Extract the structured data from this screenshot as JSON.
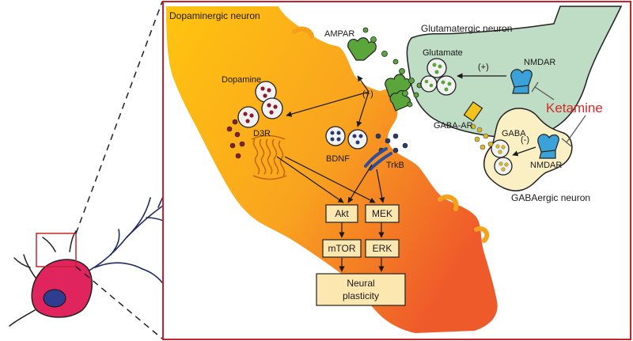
{
  "labels": {
    "dopaminergic_neuron": "Dopaminergic neuron",
    "glutamatergic_neuron": "Glutamatergic neuron",
    "gabaergic_neuron": "GABAergic neuron",
    "ampar": "AMPAR",
    "dopamine": "Dopamine",
    "d3r": "D3R",
    "bdnf": "BDNF",
    "trkb": "TrkB",
    "glutamate": "Glutamate",
    "nmdar_glut": "NMDAR",
    "nmdar_gaba": "NMDAR",
    "gaba": "GABA",
    "gaba_ar": "GABA-AR",
    "ketamine": "Ketamine",
    "plus_ampar": "(+)",
    "plus_glut": "(+)",
    "minus_gaba": "(-)"
  },
  "pathway": {
    "akt": "Akt",
    "mek": "MEK",
    "mtor": "mTOR",
    "erk": "ERK",
    "plasticity_line1": "Neural",
    "plasticity_line2": "plasticity"
  },
  "colors": {
    "panel_border": "#c8202c",
    "gradient_start": "#ffc107",
    "gradient_end": "#f15a29",
    "glut_fill": "#bfdcc4",
    "gaba_fill": "#fbefc4",
    "ketamine": "#d42a2a",
    "box_fill": "#fde7b0",
    "soma": "#e0245e",
    "nucleus": "#2e3d8f",
    "dendrite": "#1f2a66",
    "receptor_blue": "#3aa1d9",
    "ampar_green": "#5aa63a",
    "dopamine_dot": "#8a1c2e",
    "bdnf_dot": "#2a3a6e",
    "gaba_dot": "#d9b81f"
  }
}
